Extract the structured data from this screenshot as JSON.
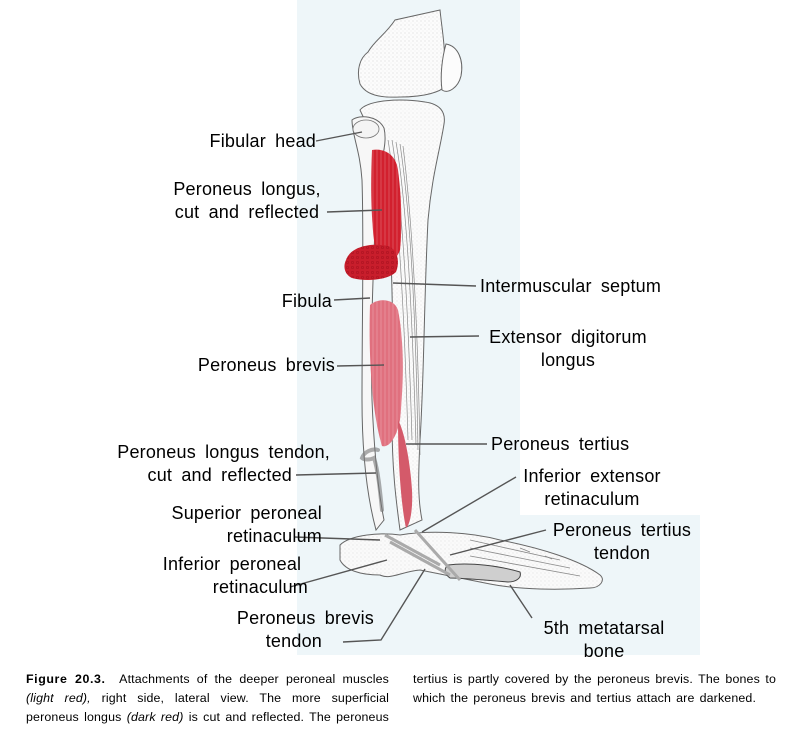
{
  "figure": {
    "colors": {
      "panel_background": "#eef6f9",
      "dark_red_muscle": "#d2202e",
      "light_red_muscle": "#e0707e",
      "bone_outline": "#555555",
      "leader_line": "#555555"
    },
    "labels": {
      "fibular_head": [
        "Fibular head"
      ],
      "peroneus_longus": [
        "Peroneus longus,",
        "cut and reflected"
      ],
      "fibula": [
        "Fibula"
      ],
      "peroneus_brevis": [
        "Peroneus brevis"
      ],
      "peroneus_longus_tendon": [
        "Peroneus longus tendon,",
        "cut and reflected"
      ],
      "superior_peroneal_retinaculum": [
        "Superior peroneal",
        "retinaculum"
      ],
      "inferior_peroneal_retinaculum": [
        "Inferior peroneal",
        "retinaculum"
      ],
      "peroneus_brevis_tendon": [
        "Peroneus brevis",
        "tendon"
      ],
      "intermuscular_septum": [
        "Intermuscular septum"
      ],
      "extensor_digitorum_longus": [
        "Extensor digitorum",
        "longus"
      ],
      "peroneus_tertius": [
        "Peroneus tertius"
      ],
      "inferior_extensor_retinaculum": [
        "Inferior extensor",
        "retinaculum"
      ],
      "peroneus_tertius_tendon": [
        "Peroneus tertius",
        "tendon"
      ],
      "fifth_metatarsal_bone": [
        "5th metatarsal",
        "bone"
      ]
    }
  },
  "caption": {
    "figure_number": "Figure 20.3.",
    "text_1": "Attachments of the deeper peroneal muscles",
    "italic_1": "(light red),",
    "text_2": "right side, lateral view. The more superficial peroneus longus",
    "italic_2": "(dark red)",
    "text_3": "is cut and reflected. The peroneus tertius is partly covered by the peroneus brevis. The bones to which the peroneus brevis and tertius attach are darkened."
  }
}
